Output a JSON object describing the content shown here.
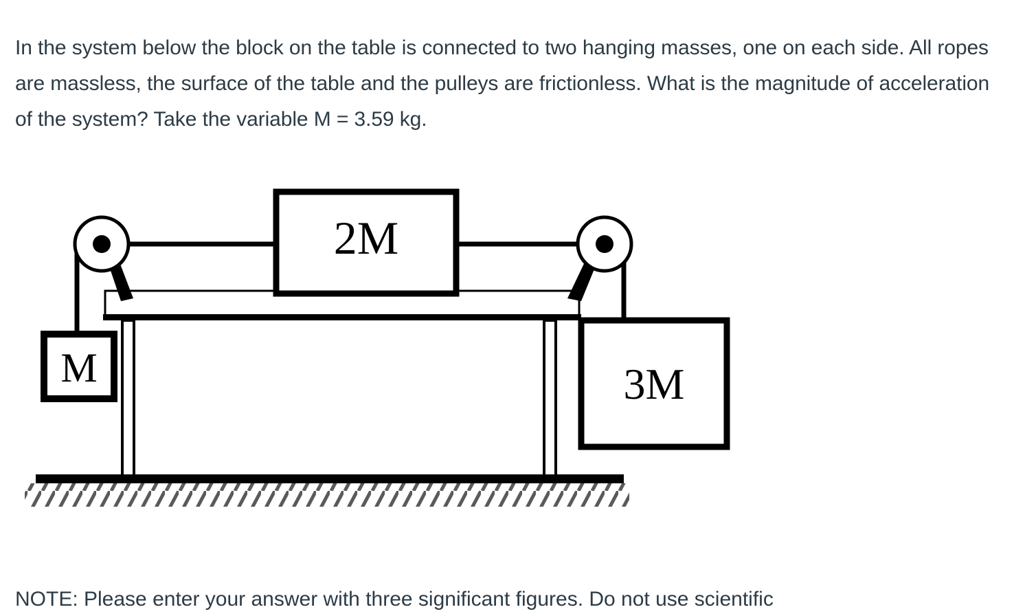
{
  "question": {
    "prompt": "In the system below the block on the table is connected to two hanging masses, one on each side. All ropes are massless, the surface of the table and the pulleys are frictionless. What is the magnitude of acceleration of the system? Take the variable M = 3.59 kg.",
    "variable_symbol": "M",
    "variable_value": "3.59",
    "variable_units": "kg",
    "note": "NOTE: Please enter your answer with three significant figures. Do not use scientific"
  },
  "diagram": {
    "title": "pulley-table-system",
    "ink_color": "#000000",
    "hatch_color": "#555555",
    "background": "#ffffff",
    "blocks": [
      {
        "id": "left-hanging-mass",
        "label": "M",
        "position": "hanging-left"
      },
      {
        "id": "table-block",
        "label": "2M",
        "position": "on-table"
      },
      {
        "id": "right-hanging-mass",
        "label": "3M",
        "position": "hanging-right"
      }
    ],
    "pulleys": [
      {
        "id": "left-pulley",
        "position": "table-edge-left"
      },
      {
        "id": "right-pulley",
        "position": "table-edge-right"
      }
    ],
    "parts": {
      "table": "table",
      "tabletop": "tabletop",
      "leg_left": "table-leg-left",
      "leg_right": "table-leg-right",
      "ground": "ground",
      "rope_left_horizontal": "rope-left-horizontal",
      "rope_left_vertical": "rope-left-vertical",
      "rope_right_horizontal": "rope-right-horizontal",
      "rope_right_vertical": "rope-right-vertical",
      "bracket_left": "pulley-bracket-left",
      "bracket_right": "pulley-bracket-right"
    }
  }
}
